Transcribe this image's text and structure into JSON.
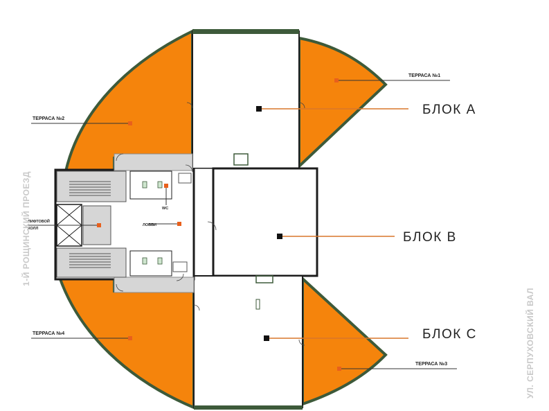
{
  "labels": {
    "block_a": "БЛОК А",
    "block_b": "БЛОК В",
    "block_c": "БЛОК С",
    "terrace_1": "ТЕРРАСА №1",
    "terrace_2": "ТЕРРАСА №2",
    "terrace_3": "ТЕРРАСА №3",
    "terrace_4": "ТЕРРАСА №4",
    "lift_hall_line1": "ЛИФТОВОЙ",
    "lift_hall_line2": "ХОЛЛ",
    "lobby": "ЛОББИ",
    "wc": "WC"
  },
  "streets": {
    "left": "1-Й РОЩИНСКИЙ ПРОЕЗД",
    "right": "УЛ. СЕРПУХОВСКИЙ ВАЛ"
  },
  "colors": {
    "terrace_fill": "#f5840c",
    "terrace_edge": "#3d5a3a",
    "wall": "#1c1c1c",
    "core_gray": "#d6d6d6",
    "leader_line": "#d9772a",
    "marker_orange": "#e8601c",
    "label_dark": "#222222",
    "street_gray": "#c9c9c9"
  }
}
